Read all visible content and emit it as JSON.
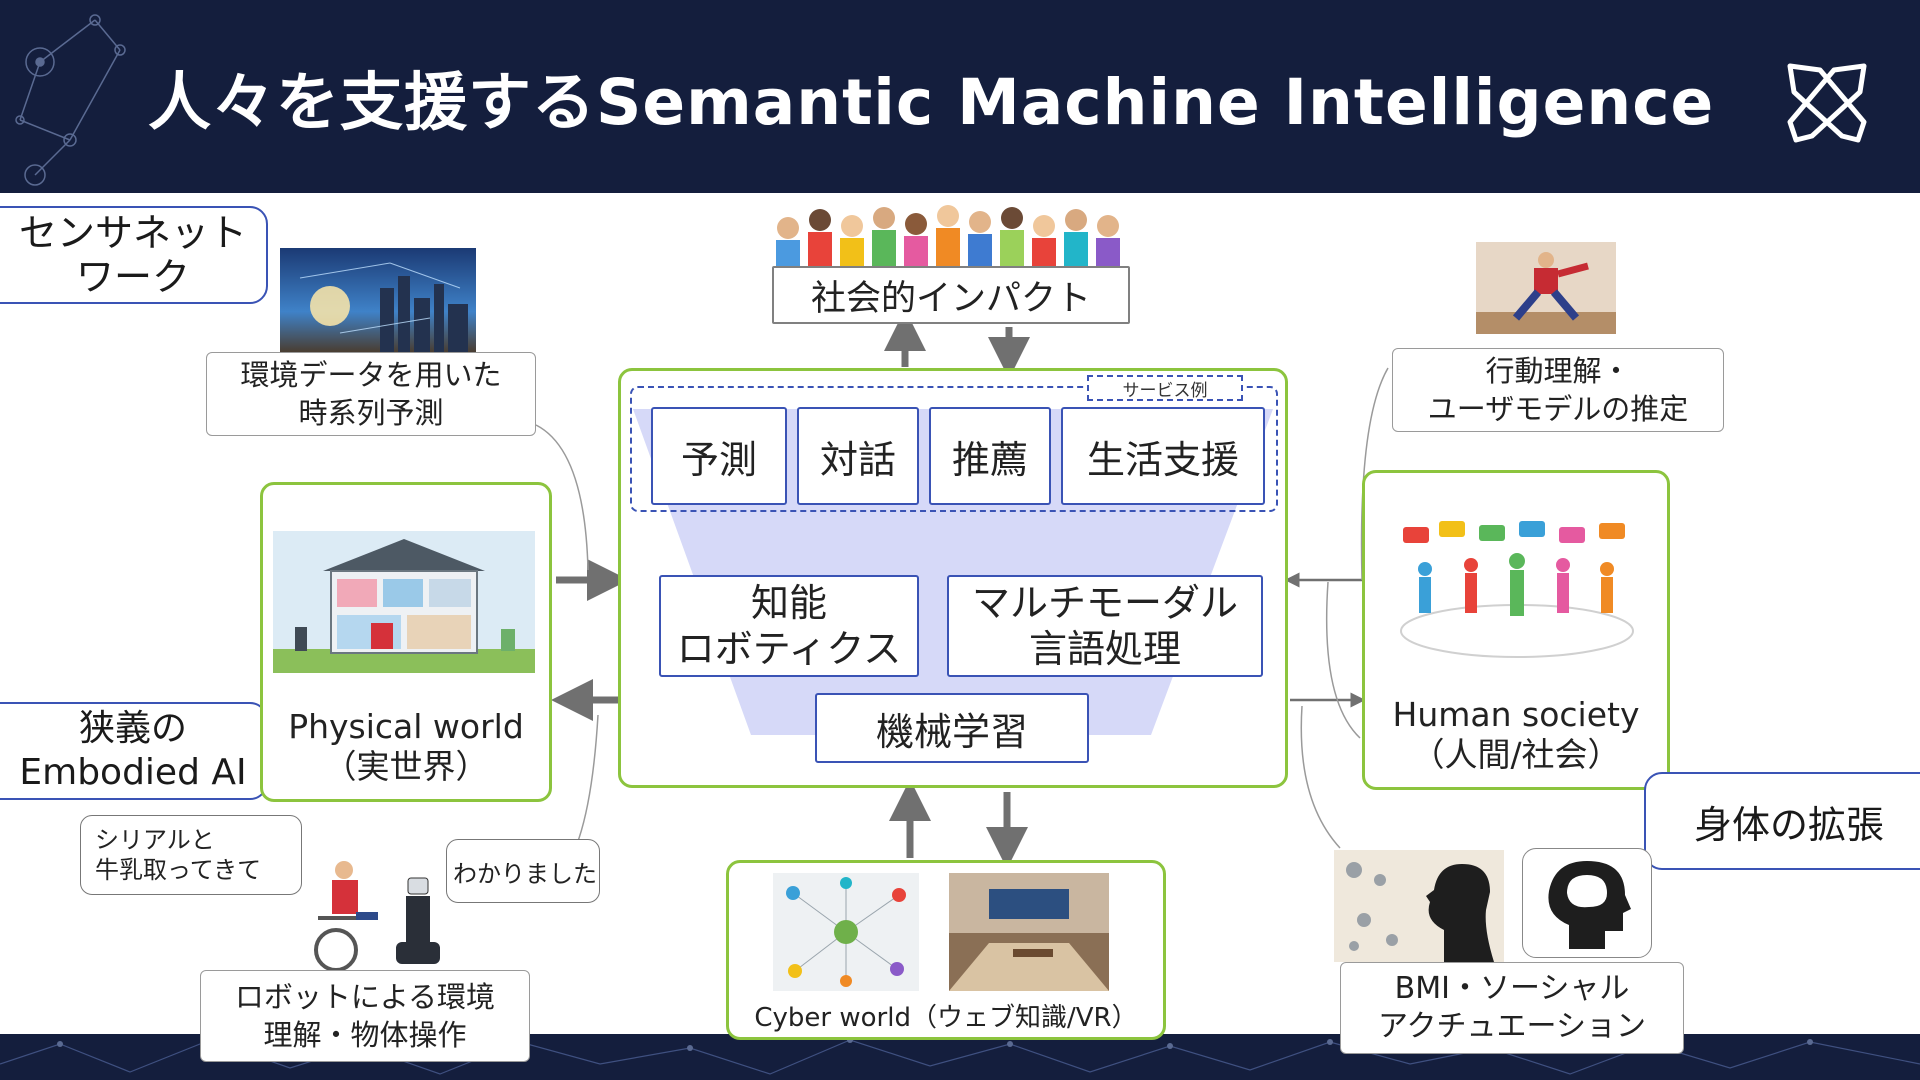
{
  "title": "人々を支援するSemantic Machine Intelligence",
  "callouts": {
    "sensor_network": [
      "センサネット",
      "ワーク"
    ],
    "narrow_ai": [
      "狭義の",
      "Embodied AI"
    ],
    "body_extension": "身体の拡張"
  },
  "captions": {
    "social_impact": "社会的インパクト",
    "timeseries": [
      "環境データを用いた",
      "時系列予測"
    ],
    "behavior": [
      "行動理解・",
      "ユーザモデルの推定"
    ],
    "physical_world": [
      "Physical world",
      "（実世界）"
    ],
    "human_society": [
      "Human society",
      "（人間/社会）"
    ],
    "robot": [
      "ロボットによる環境",
      "理解・物体操作"
    ],
    "cyber_world": "Cyber world（ウェブ知識/VR）",
    "bmi": [
      "BMI・ソーシャル",
      "アクチュエーション"
    ]
  },
  "center": {
    "service_label": "サービス例",
    "services": [
      "予測",
      "対話",
      "推薦",
      "生活支援"
    ],
    "intelligent_robotics": [
      "知能",
      "ロボティクス"
    ],
    "multimodal_nlp": [
      "マルチモーダル",
      "言語処理"
    ],
    "machine_learning": "機械学習"
  },
  "bubbles": {
    "request": [
      "シリアルと",
      "牛乳取ってきて"
    ],
    "reply": "わかりました"
  },
  "icons": [
    "logo-icon",
    "crowd-photo",
    "city-network-photo",
    "house-photo",
    "martial-arts-photo",
    "speech-people-icon",
    "network-graph-icon",
    "vr-room-photo",
    "bmi-silhouette-icon",
    "head-brain-icon",
    "wheelchair-robot-icon"
  ],
  "colors": {
    "navy": "#141e3d",
    "green": "#8cc43e",
    "blue": "#3a53b5",
    "funnel": "#d6d9f8",
    "arrow": "#707070"
  }
}
